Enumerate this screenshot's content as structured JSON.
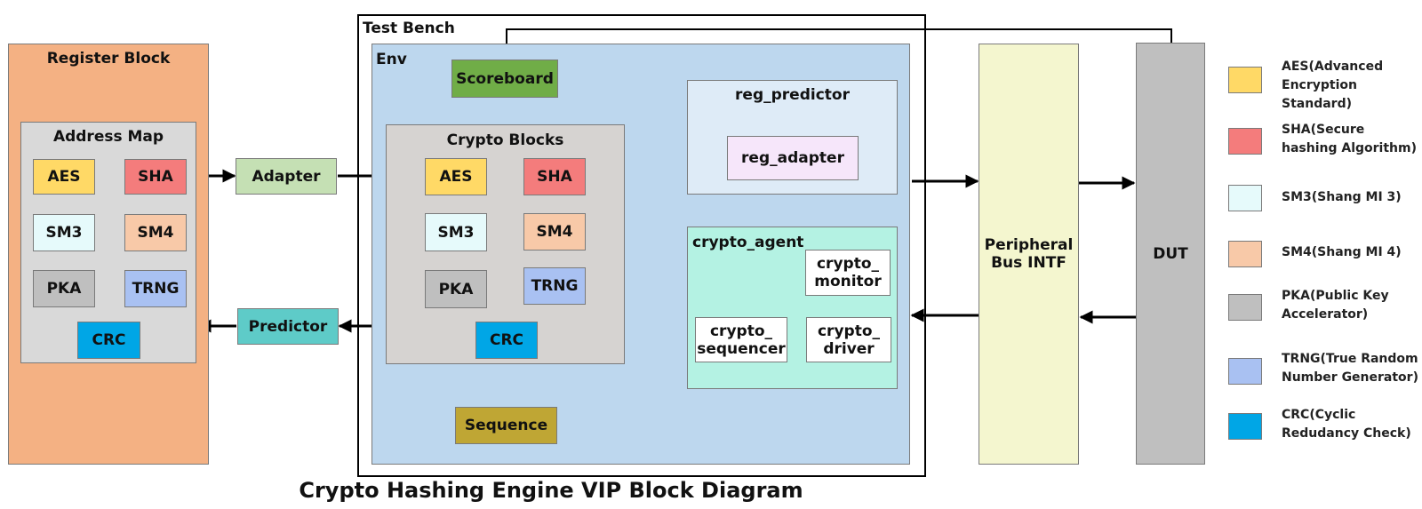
{
  "register_block": {
    "title": "Register Block",
    "address_map": {
      "title": "Address Map",
      "items": [
        "AES",
        "SHA",
        "SM3",
        "SM4",
        "PKA",
        "TRNG",
        "CRC"
      ]
    }
  },
  "adapter": "Adapter",
  "predictor": "Predictor",
  "test_bench": {
    "title": "Test Bench",
    "env": {
      "title": "Env",
      "scoreboard": "Scoreboard",
      "sequence": "Sequence",
      "crypto_blocks": {
        "title": "Crypto Blocks",
        "items": [
          "AES",
          "SHA",
          "SM3",
          "SM4",
          "PKA",
          "TRNG",
          "CRC"
        ]
      },
      "reg_predictor": {
        "title": "reg_predictor",
        "reg_adapter": "reg_adapter"
      },
      "crypto_agent": {
        "title": "crypto_agent",
        "monitor": "crypto_ monitor",
        "sequencer": "crypto_ sequencer",
        "driver": "crypto_ driver"
      }
    }
  },
  "peripheral_bus": "Peripheral Bus INTF",
  "dut": "DUT",
  "legend": [
    {
      "label": "AES(Advanced Encryption Standard)",
      "color": "#ffd966"
    },
    {
      "label": "SHA(Secure hashing Algorithm)",
      "color": "#f47c7c"
    },
    {
      "label": "SM3(Shang MI 3)",
      "color": "#e6fafb"
    },
    {
      "label": "SM4(Shang MI 4)",
      "color": "#f8c9a8"
    },
    {
      "label": "PKA(Public Key Accelerator)",
      "color": "#bfbfbf"
    },
    {
      "label": "TRNG(True Random Number Generator)",
      "color": "#a9c1f2"
    },
    {
      "label": "CRC(Cyclic Redudancy Check)",
      "color": "#00a6e6"
    }
  ],
  "caption": "Crypto Hashing Engine VIP Block Diagram",
  "colors": {
    "AES": "#ffd966",
    "SHA": "#f47c7c",
    "SM3": "#e6fafb",
    "SM4": "#f8c9a8",
    "PKA": "#bfbfbf",
    "TRNG": "#a9c1f2",
    "CRC": "#00a6e6",
    "register_block": "#f4b183",
    "address_map": "#d9d9d9",
    "adapter": "#c5e0b4",
    "predictor": "#5ecbc8",
    "env": "#bdd7ee",
    "scoreboard": "#70ad47",
    "sequence": "#bfa634",
    "crypto_blocks": "#d6d3d1",
    "reg_predictor": "#deebf7",
    "reg_adapter": "#f6e6fa",
    "crypto_agent": "#b4f2e3",
    "peripheral_bus": "#f4f6cf",
    "dut": "#bfbfbf"
  }
}
